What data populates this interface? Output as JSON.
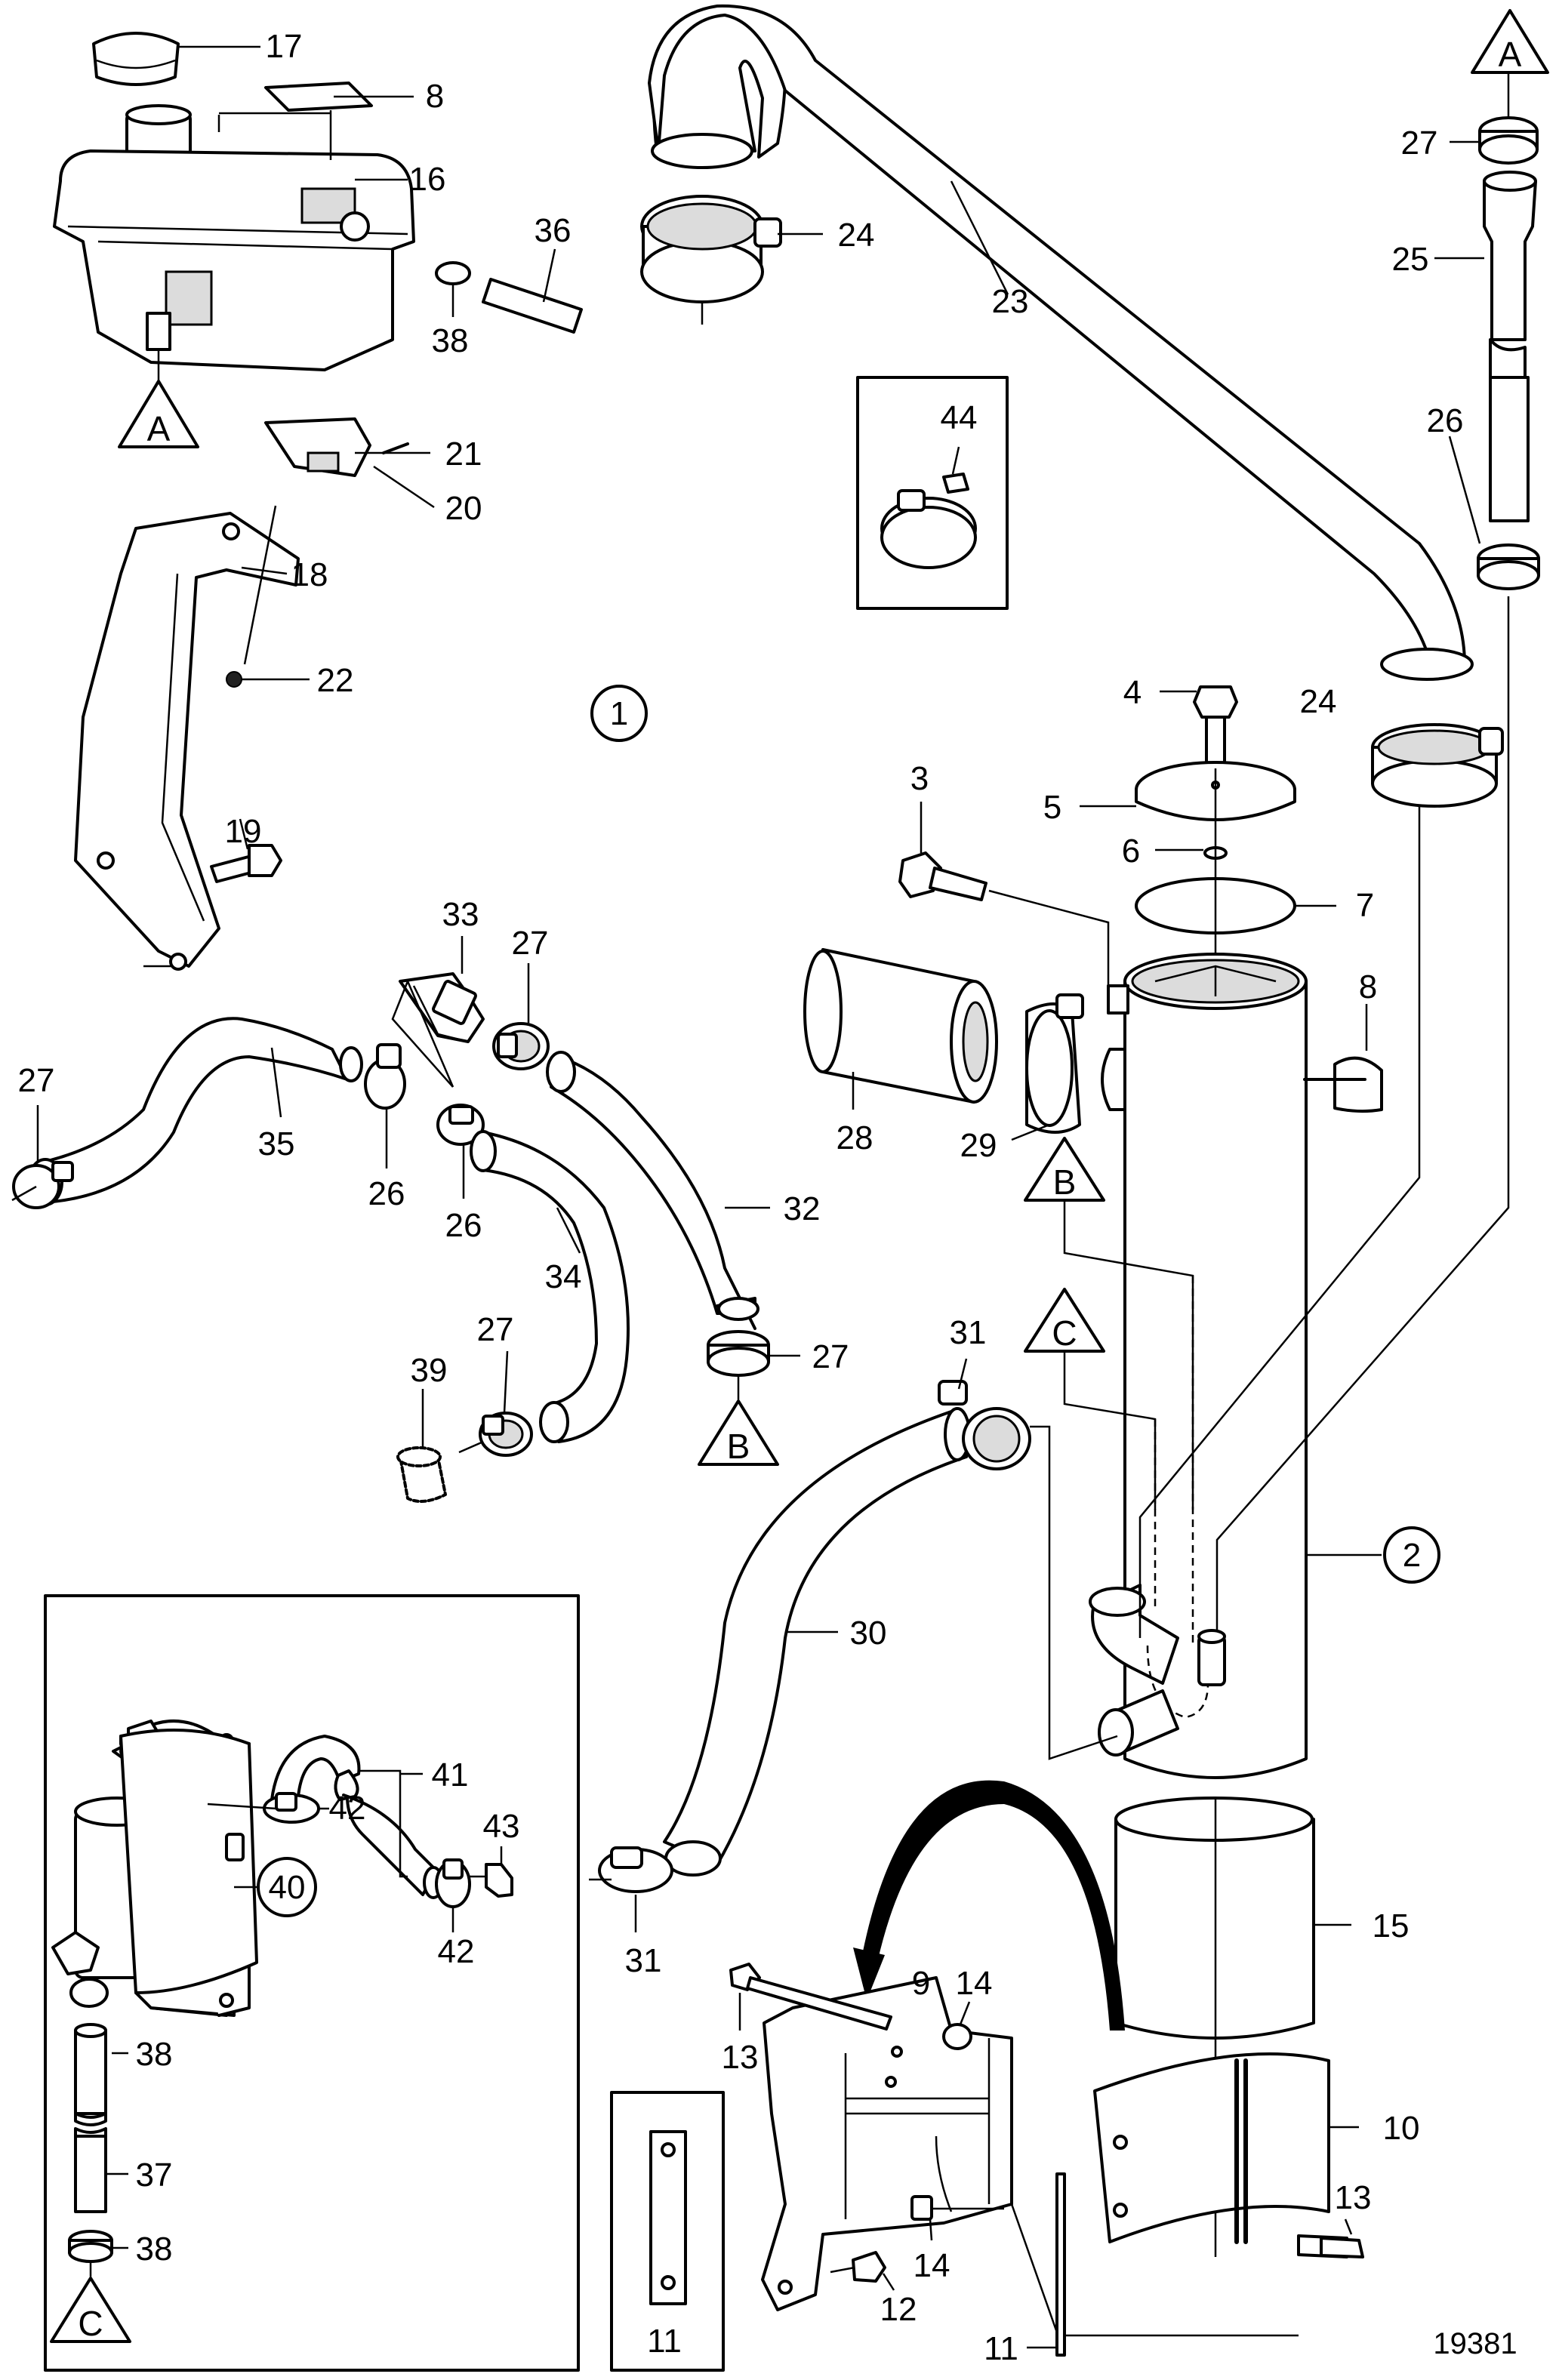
{
  "diagram_id": "19381",
  "connectors": {
    "a": "A",
    "b": "B",
    "c": "C"
  },
  "labels": {
    "p1": "1",
    "p2": "2",
    "p3": "3",
    "p4": "4",
    "p5": "5",
    "p6": "6",
    "p7": "7",
    "p8": "8",
    "p9": "9",
    "p10": "10",
    "p11": "11",
    "p12": "12",
    "p13": "13",
    "p14": "14",
    "p15": "15",
    "p16": "16",
    "p17": "17",
    "p18": "18",
    "p19": "19",
    "p20": "20",
    "p21": "21",
    "p22": "22",
    "p23": "23",
    "p24": "24",
    "p25": "25",
    "p26": "26",
    "p27": "27",
    "p28": "28",
    "p29": "29",
    "p30": "30",
    "p31": "31",
    "p32": "32",
    "p33": "33",
    "p34": "34",
    "p35": "35",
    "p36": "36",
    "p37": "37",
    "p38": "38",
    "p39": "39",
    "p40": "40",
    "p41": "41",
    "p42": "42",
    "p43": "43",
    "p44": "44"
  }
}
